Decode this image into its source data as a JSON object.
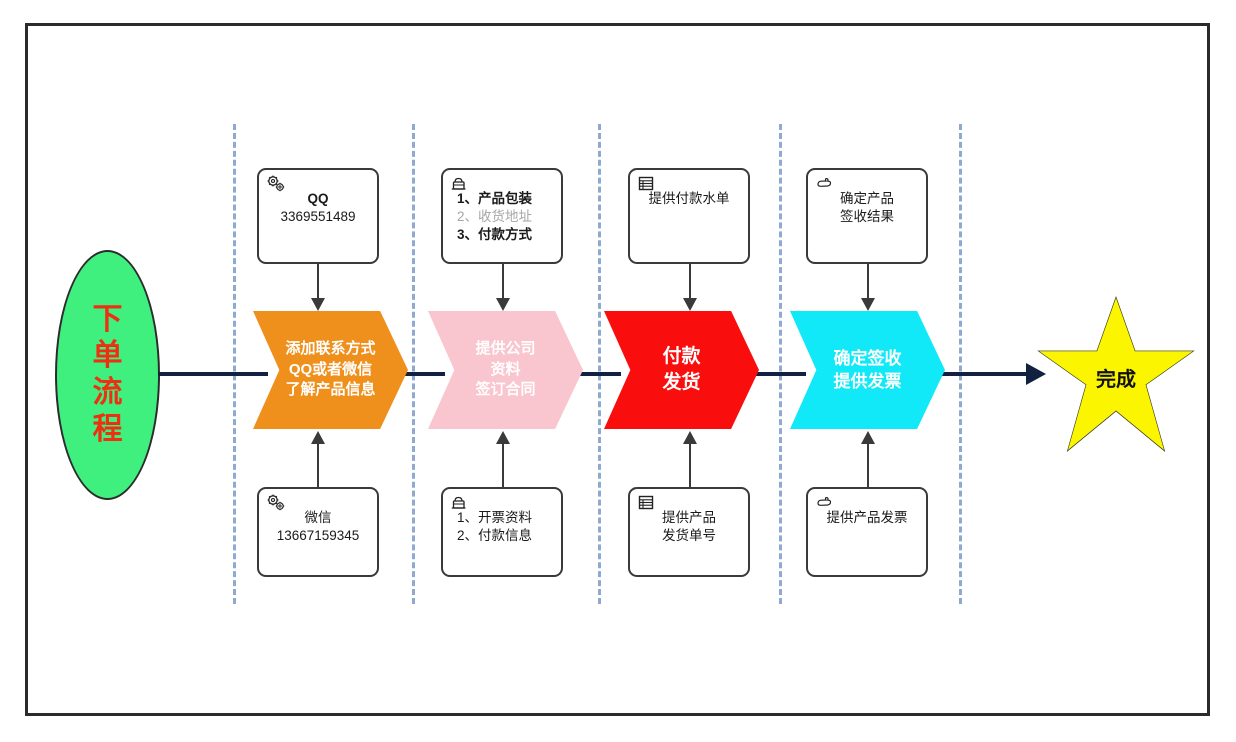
{
  "diagram": {
    "title": "下单流程",
    "start": {
      "label_chars": [
        "下",
        "单",
        "流",
        "程"
      ],
      "fill_color": "#3FF07F",
      "text_color": "#EF2F12"
    },
    "end": {
      "label": "完成",
      "fill_color": "#FBF600",
      "text_color": "#111111"
    },
    "phases": [
      {
        "index": 1,
        "process": {
          "lines": [
            "添加联系方式",
            "QQ或者微信",
            "了解产品信息"
          ],
          "fill_color": "#EF8F1C",
          "text_color": "#FFFFFF"
        },
        "note_top": {
          "icon": "gears-icon",
          "lines": [
            "QQ",
            "3369551489"
          ],
          "styles": [
            "bold",
            "normal"
          ]
        },
        "note_bottom": {
          "icon": "gears-icon",
          "lines": [
            "微信",
            "13667159345"
          ],
          "styles": [
            "normal",
            "normal"
          ]
        }
      },
      {
        "index": 2,
        "process": {
          "lines": [
            "提供公司",
            "资料",
            "签订合同"
          ],
          "fill_color": "#F9C5CE",
          "text_color": "#FFFFFF"
        },
        "note_top": {
          "icon": "person-bag-icon",
          "lines": [
            "1、产品包装",
            "2、收货地址",
            "3、付款方式"
          ],
          "styles": [
            "bold",
            "gray",
            "bold"
          ]
        },
        "note_bottom": {
          "icon": "person-bag-icon",
          "lines": [
            "1、开票资料",
            "2、付款信息"
          ],
          "styles": [
            "normal",
            "normal"
          ]
        }
      },
      {
        "index": 3,
        "process": {
          "lines": [
            "付款",
            "发货"
          ],
          "fill_color": "#F90D0D",
          "text_color": "#FFFFFF"
        },
        "note_top": {
          "icon": "list-document-icon",
          "lines": [
            "提供付款水单"
          ],
          "styles": [
            "normal"
          ]
        },
        "note_bottom": {
          "icon": "list-document-icon",
          "lines": [
            "提供产品",
            "发货单号"
          ],
          "styles": [
            "normal",
            "normal"
          ]
        }
      },
      {
        "index": 4,
        "process": {
          "lines": [
            "确定签收",
            "提供发票"
          ],
          "fill_color": "#11E9F8",
          "text_color": "#FFFFFF"
        },
        "note_top": {
          "icon": "pointing-hand-icon",
          "lines": [
            "确定产品",
            "签收结果"
          ],
          "styles": [
            "normal",
            "normal"
          ]
        },
        "note_bottom": {
          "icon": "pointing-hand-icon",
          "lines": [
            "提供产品发票"
          ],
          "styles": [
            "normal"
          ]
        }
      }
    ],
    "style": {
      "connector_color": "#12213F",
      "separator_color": "#8FAAD0",
      "frame_color": "#2B2B2B",
      "note_border_color": "#3A3A3A"
    }
  }
}
